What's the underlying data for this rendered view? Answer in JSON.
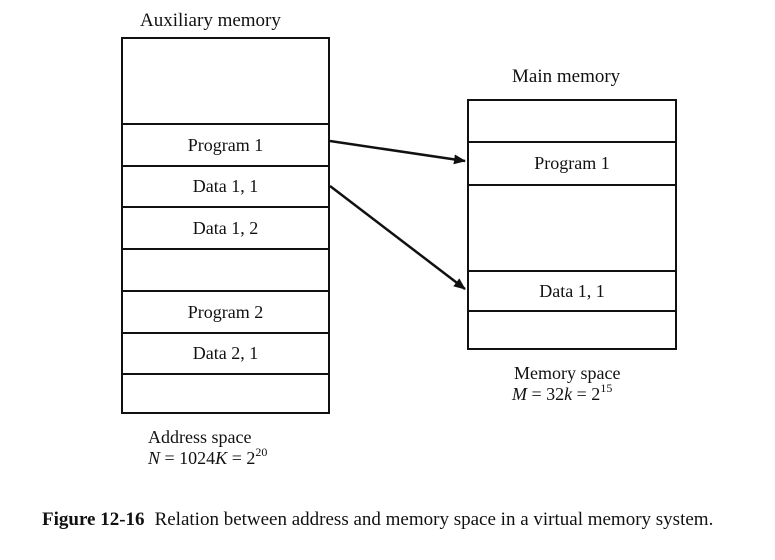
{
  "auxiliary": {
    "title": "Auxiliary memory",
    "cells": [
      "Program 1",
      "Data 1, 1",
      "Data 1, 2",
      "",
      "Program 2",
      "Data 2, 1"
    ],
    "space_label": "Address space",
    "formula": {
      "var": "N",
      "eq1": " = 1024",
      "k": "K",
      "eq2": " = 2",
      "exp": "20"
    }
  },
  "main": {
    "title": "Main memory",
    "cells": [
      "Program 1",
      "",
      "Data 1, 1"
    ],
    "space_label": "Memory space",
    "formula": {
      "var": "M",
      "eq1": " = 32",
      "k": "k",
      "eq2": " = 2",
      "exp": "15"
    }
  },
  "caption": {
    "number": "Figure 12-16",
    "text": "Relation between address and memory space in a virtual memory system."
  }
}
